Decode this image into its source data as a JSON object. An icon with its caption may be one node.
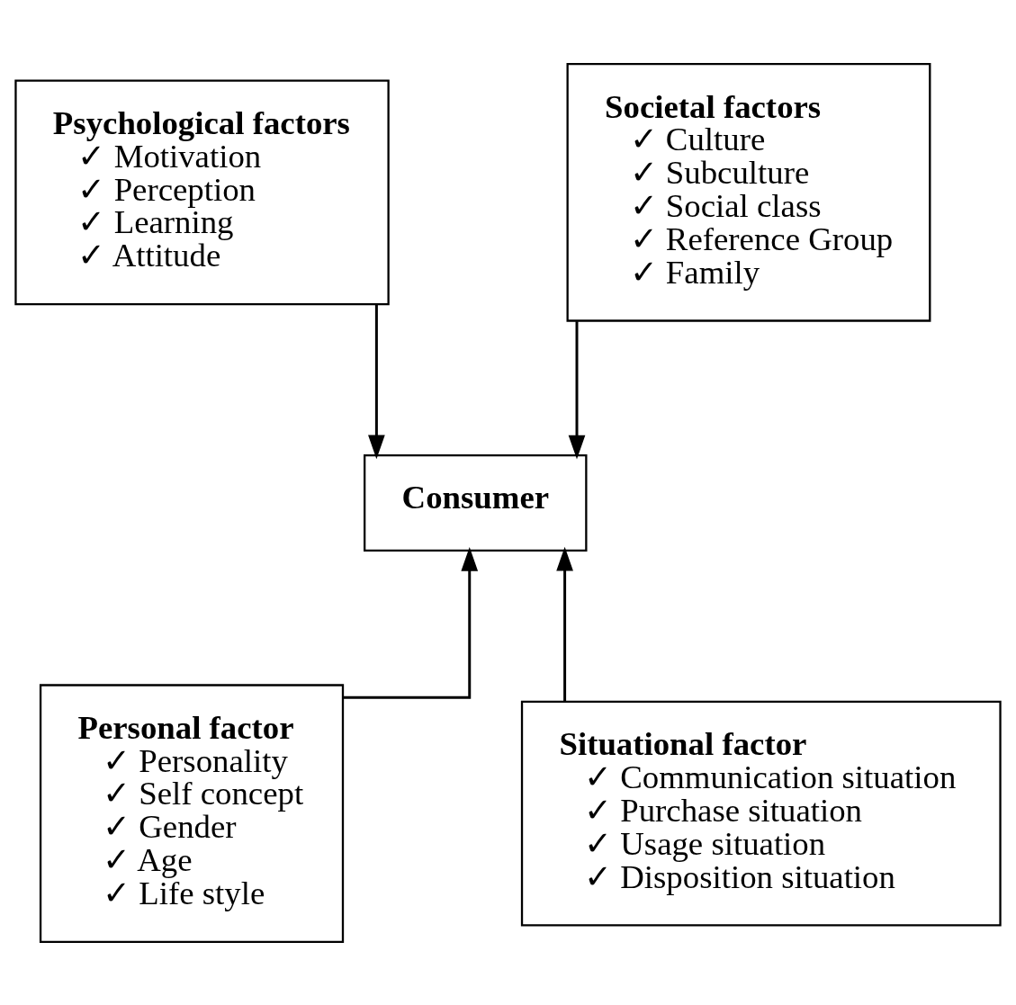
{
  "diagram": {
    "nodes": [
      {
        "text": [
          "Psychological factors",
          "✓ Motivation",
          "✓ Perception",
          "✓ Learning",
          "✓ Attitude"
        ]
      },
      {
        "text": [
          "Societal factors",
          "✓ Culture",
          "✓ Subculture",
          "✓ Social class",
          "✓ Reference Group",
          "✓ Family"
        ]
      },
      {
        "text": [
          "Consumer"
        ]
      },
      {
        "text": [
          "Personal factor",
          "✓ Personality",
          "✓ Self concept",
          "✓ Gender",
          "✓ Age",
          "✓ Life style"
        ]
      },
      {
        "text": [
          "Situational factor",
          "✓ Communication situation",
          "✓ Purchase situation",
          "✓ Usage situation",
          "✓ Disposition situation"
        ]
      }
    ],
    "edges": [
      {
        "from": 0,
        "to": 2,
        "arrow": "to"
      },
      {
        "from": 1,
        "to": 2,
        "arrow": "to"
      },
      {
        "from": 3,
        "to": 2,
        "arrow": "to"
      },
      {
        "from": 4,
        "to": 2,
        "arrow": "to"
      }
    ]
  }
}
